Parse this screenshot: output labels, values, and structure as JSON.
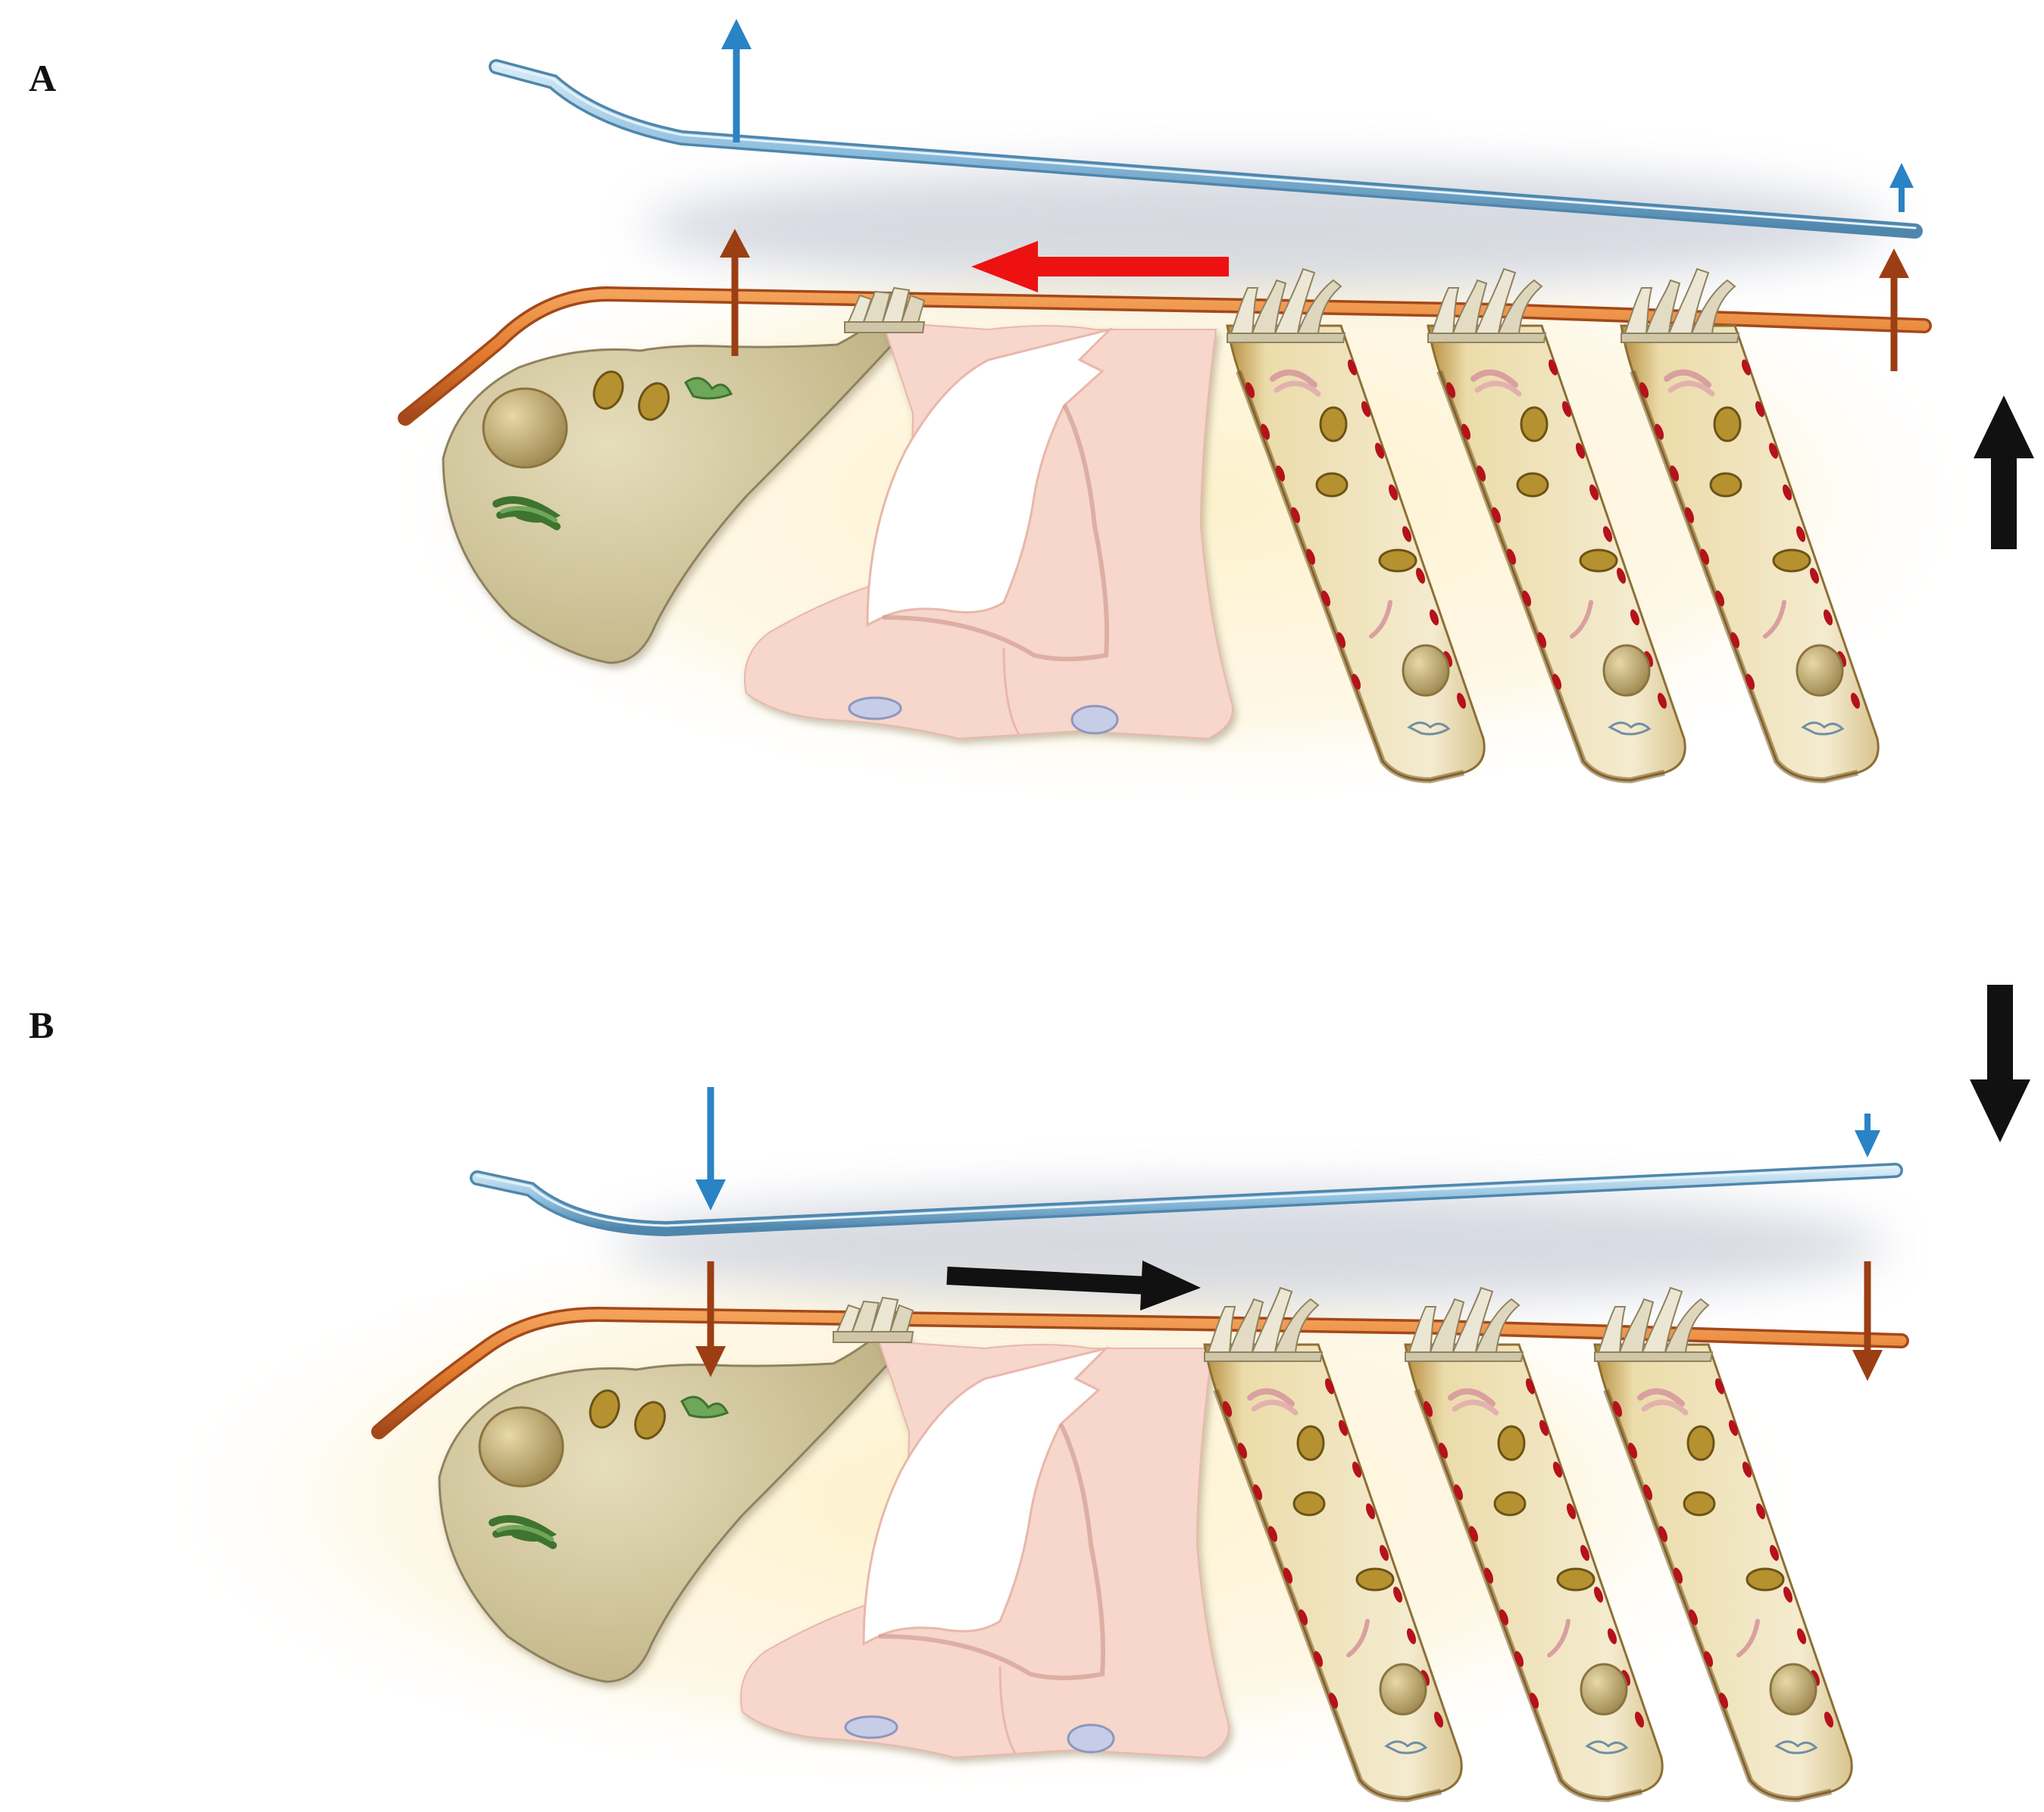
{
  "panels": [
    {
      "id": "A",
      "label": "A",
      "movement": "up",
      "shear": "leftward"
    },
    {
      "id": "B",
      "label": "B",
      "movement": "down",
      "shear": "rightward"
    }
  ],
  "colors": {
    "tectorial_membrane": "#8fbfdf",
    "reticular_lamina": "#e07a2c",
    "inner_hair_cell": "#d4c9a0",
    "supporting_cells": "#f7d6cc",
    "outer_hair_cell": "#ecdcaa",
    "stereocilia": "#ece6d4",
    "panel_a_shear_arrow": "#ee1111",
    "panel_b_shear_arrow": "#111111",
    "basilar_arrow": "#111111",
    "membrane_arrow": "#2a83c4",
    "lamina_arrow": "#9c3e13",
    "glow": "#fdf0c6",
    "shadow": "#c9ced8"
  },
  "icons": [
    "up-arrow-icon",
    "down-arrow-icon",
    "left-arrow-icon",
    "right-arrow-icon",
    "stereocilia-bundle-icon",
    "nucleus-icon",
    "mitochondrion-icon",
    "golgi-icon"
  ]
}
